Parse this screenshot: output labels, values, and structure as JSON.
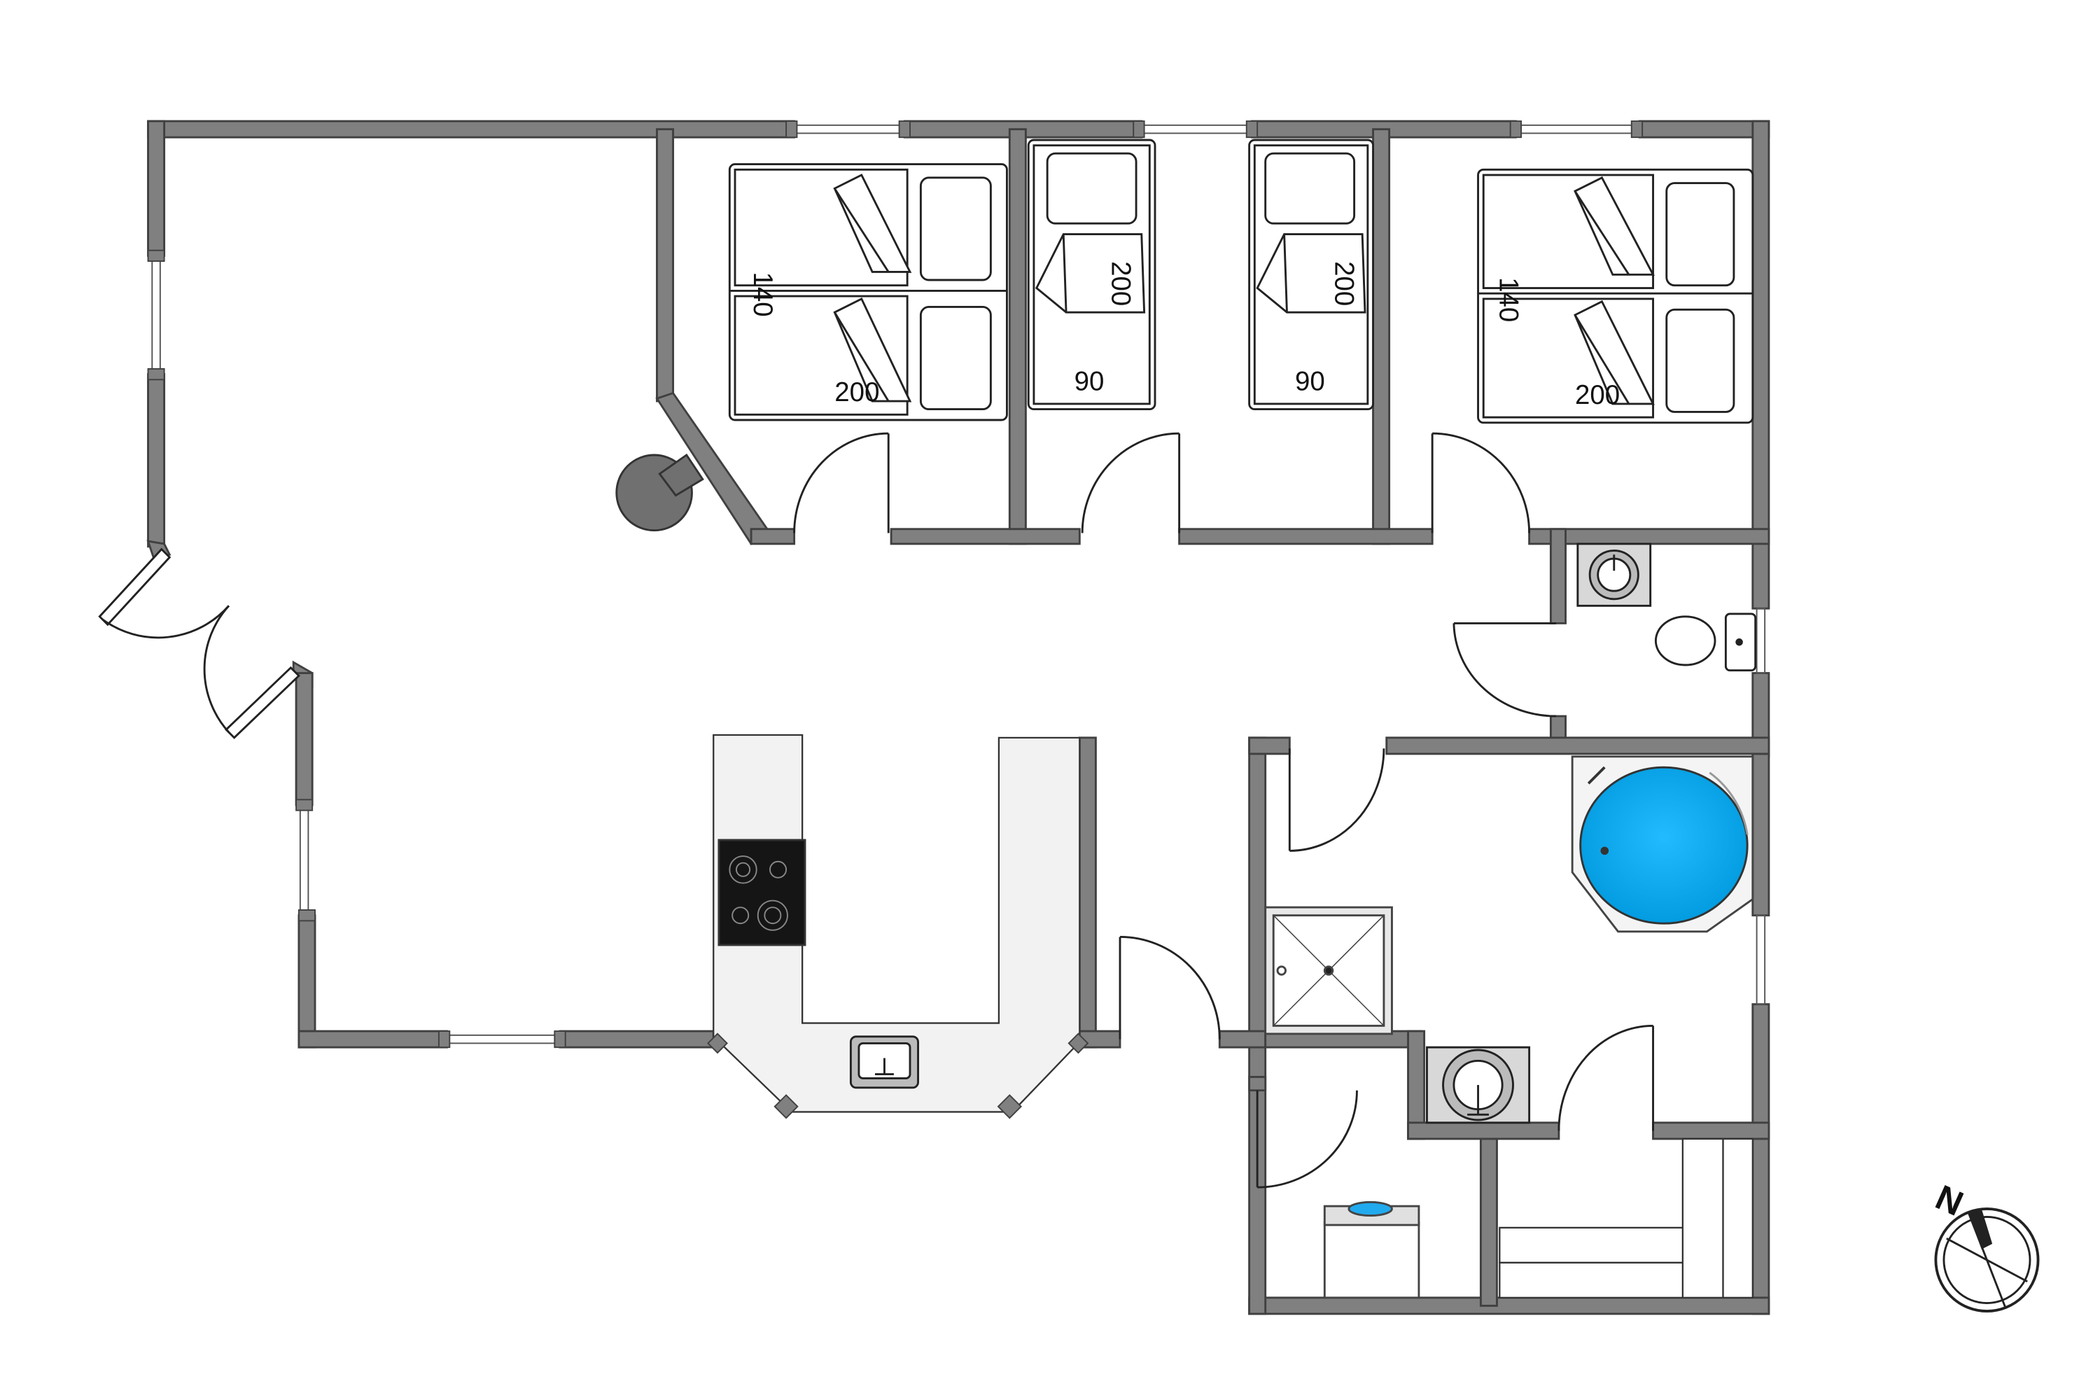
{
  "plan": {
    "colors": {
      "wall": "#808080",
      "wall_outline": "#404040",
      "counter": "#f2f2f2",
      "hot_tub_water": "#00aaee",
      "stove": "#151515",
      "fireplace": "#707070"
    },
    "bed_labels": {
      "bed1_width": "140",
      "bed1_length": "200",
      "bed2_width": "90",
      "bed2_length": "200",
      "bed3_width": "90",
      "bed3_length": "200",
      "bed4_width": "140",
      "bed4_length": "200"
    },
    "compass": {
      "north_label": "N",
      "icon": "north-arrow-icon"
    },
    "fixtures": [
      "double-bed-icon",
      "single-bed-icon",
      "toilet-icon",
      "washbasin-icon",
      "hot-tub-icon",
      "shower-icon",
      "stove-icon",
      "kitchen-sink-icon",
      "washing-machine-icon",
      "wood-stove-icon",
      "sauna-bench-icon"
    ]
  }
}
